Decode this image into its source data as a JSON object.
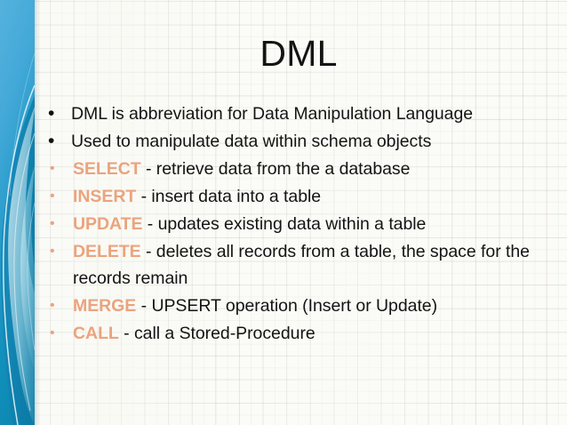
{
  "slide": {
    "title": "DML",
    "bullet_glyph": "•",
    "colors": {
      "keyword_orange": "#eaa47e",
      "text_black": "#141414",
      "band_top_blue": "#4fafdc",
      "band_bottom_teal": "#0f8bb5",
      "page_background": "#fbfbf7"
    },
    "bullets": [
      {
        "marker_style": "black",
        "keyword": "",
        "text": "DML is abbreviation for Data Manipulation Language",
        "wrap": ""
      },
      {
        "marker_style": "black",
        "keyword": "",
        "text": "Used to manipulate data within schema objects",
        "wrap": ""
      },
      {
        "marker_style": "accent",
        "keyword": "SELECT",
        "text": " - retrieve data from the a database",
        "wrap": ""
      },
      {
        "marker_style": "accent",
        "keyword": "INSERT",
        "text": " - insert data into a table",
        "wrap": ""
      },
      {
        "marker_style": "accent",
        "keyword": "UPDATE",
        "text": " - updates existing data within a table",
        "wrap": ""
      },
      {
        "marker_style": "accent",
        "keyword": "DELETE",
        "text": " - deletes all records from a table, the space for the",
        "wrap": "records remain"
      },
      {
        "marker_style": "accent",
        "keyword": "MERGE",
        "text": " - UPSERT operation (Insert or Update)",
        "wrap": ""
      },
      {
        "marker_style": "accent",
        "keyword": "CALL",
        "text": " - call a Stored-Procedure",
        "wrap": ""
      }
    ]
  }
}
